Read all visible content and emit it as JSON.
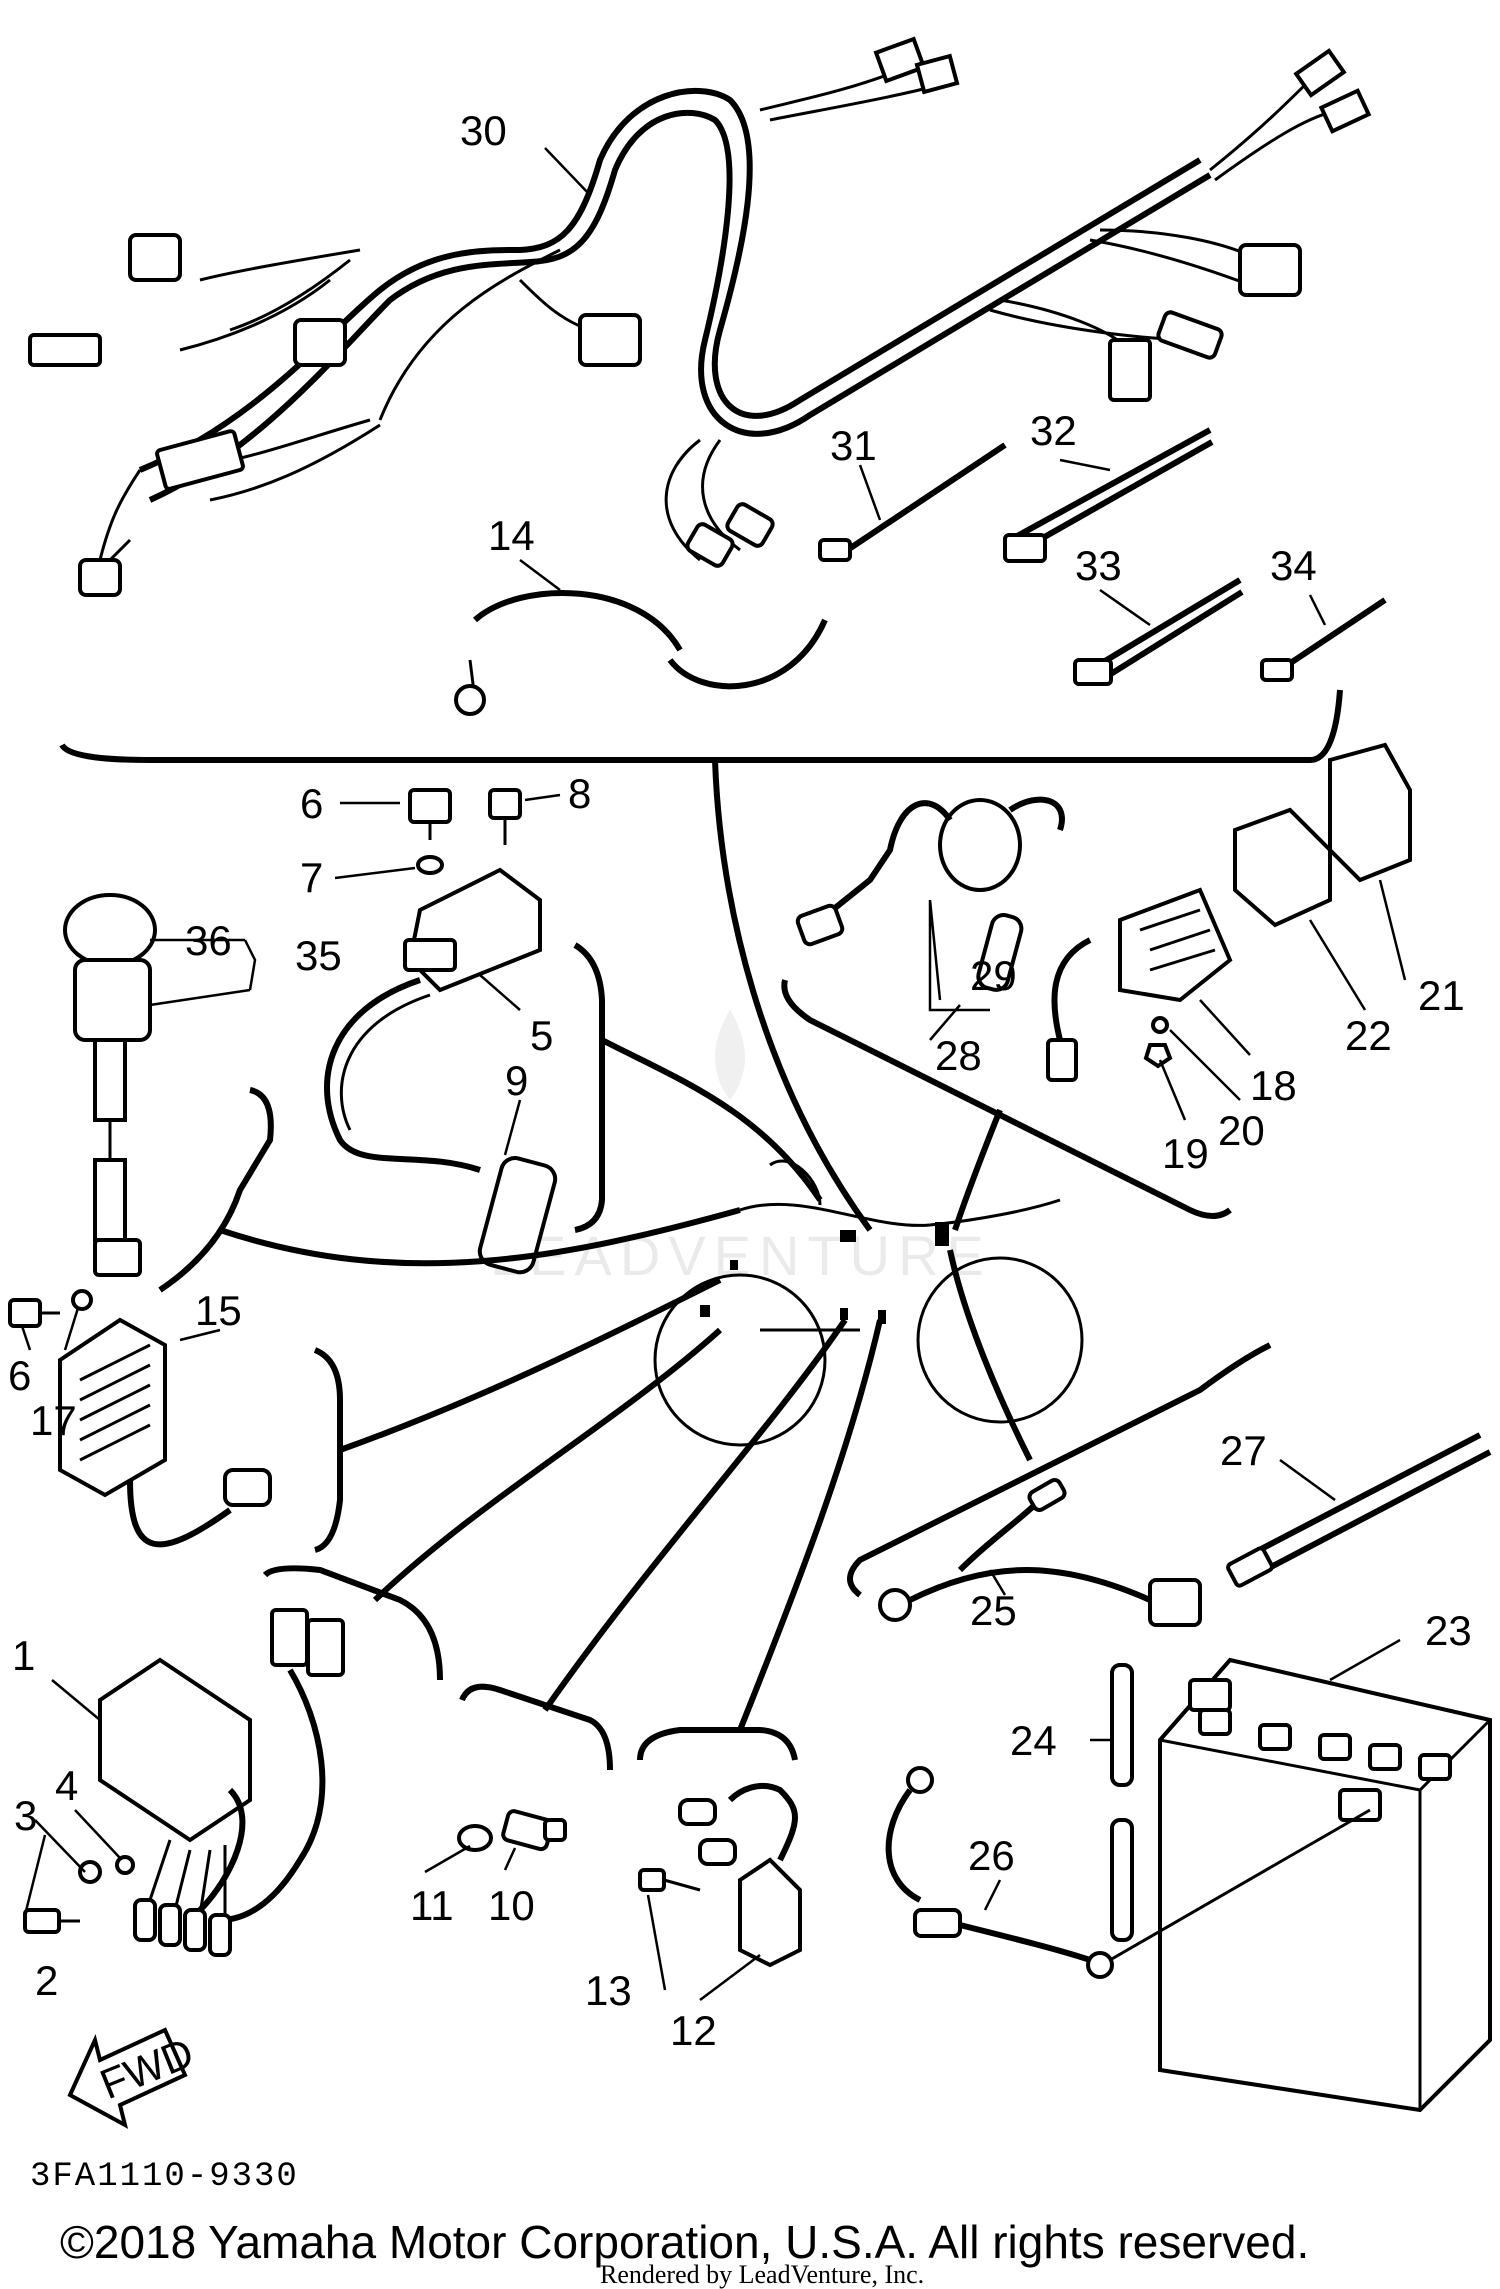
{
  "callouts": {
    "c1": "1",
    "c2": "2",
    "c3": "3",
    "c4": "4",
    "c5": "5",
    "c6a": "6",
    "c6b": "6",
    "c7": "7",
    "c8": "8",
    "c9": "9",
    "c10": "10",
    "c11": "11",
    "c12": "12",
    "c13": "13",
    "c14": "14",
    "c15": "15",
    "c17": "17",
    "c18": "18",
    "c19": "19",
    "c20": "20",
    "c21": "21",
    "c22": "22",
    "c23": "23",
    "c24": "24",
    "c25": "25",
    "c26": "26",
    "c27": "27",
    "c28": "28",
    "c29": "29",
    "c30": "30",
    "c31": "31",
    "c32": "32",
    "c33": "33",
    "c34": "34",
    "c35": "35",
    "c36": "36"
  },
  "fwd_label": "FWD",
  "diagram_code": "3FA1110-9330",
  "copyright": "©2018 Yamaha Motor Corporation, U.S.A. All rights reserved.",
  "rendered_by": "Rendered by LeadVenture, Inc.",
  "watermark": "LEADVENTURE",
  "colors": {
    "ink": "#000000",
    "paper": "#ffffff"
  }
}
